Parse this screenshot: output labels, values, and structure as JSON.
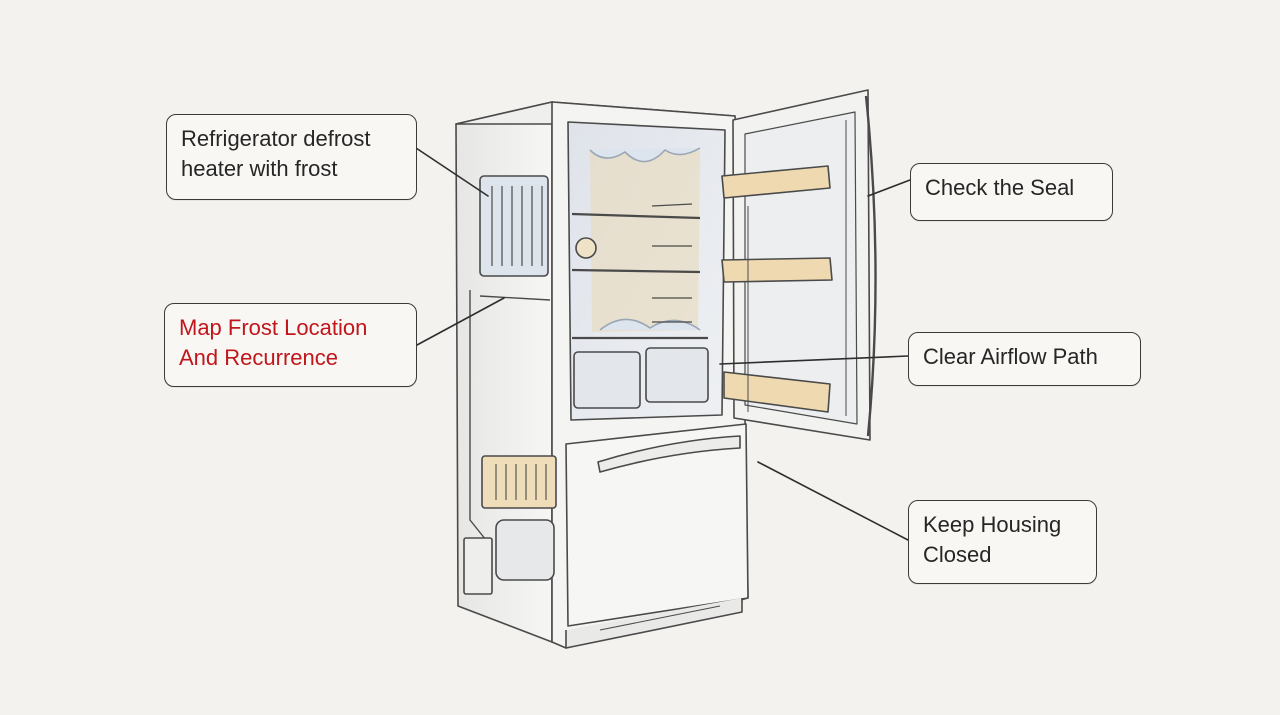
{
  "diagram": {
    "callouts": {
      "heater": {
        "lines": [
          "Refrigerator defrost",
          "heater with frost"
        ]
      },
      "frost": {
        "lines": [
          "Map Frost Location",
          "And Recurrence"
        ]
      },
      "seal": {
        "lines": [
          "Check the Seal"
        ]
      },
      "airflow": {
        "lines": [
          "Clear Airflow Path"
        ]
      },
      "housing": {
        "lines": [
          "Keep Housing",
          "Closed"
        ]
      }
    }
  }
}
